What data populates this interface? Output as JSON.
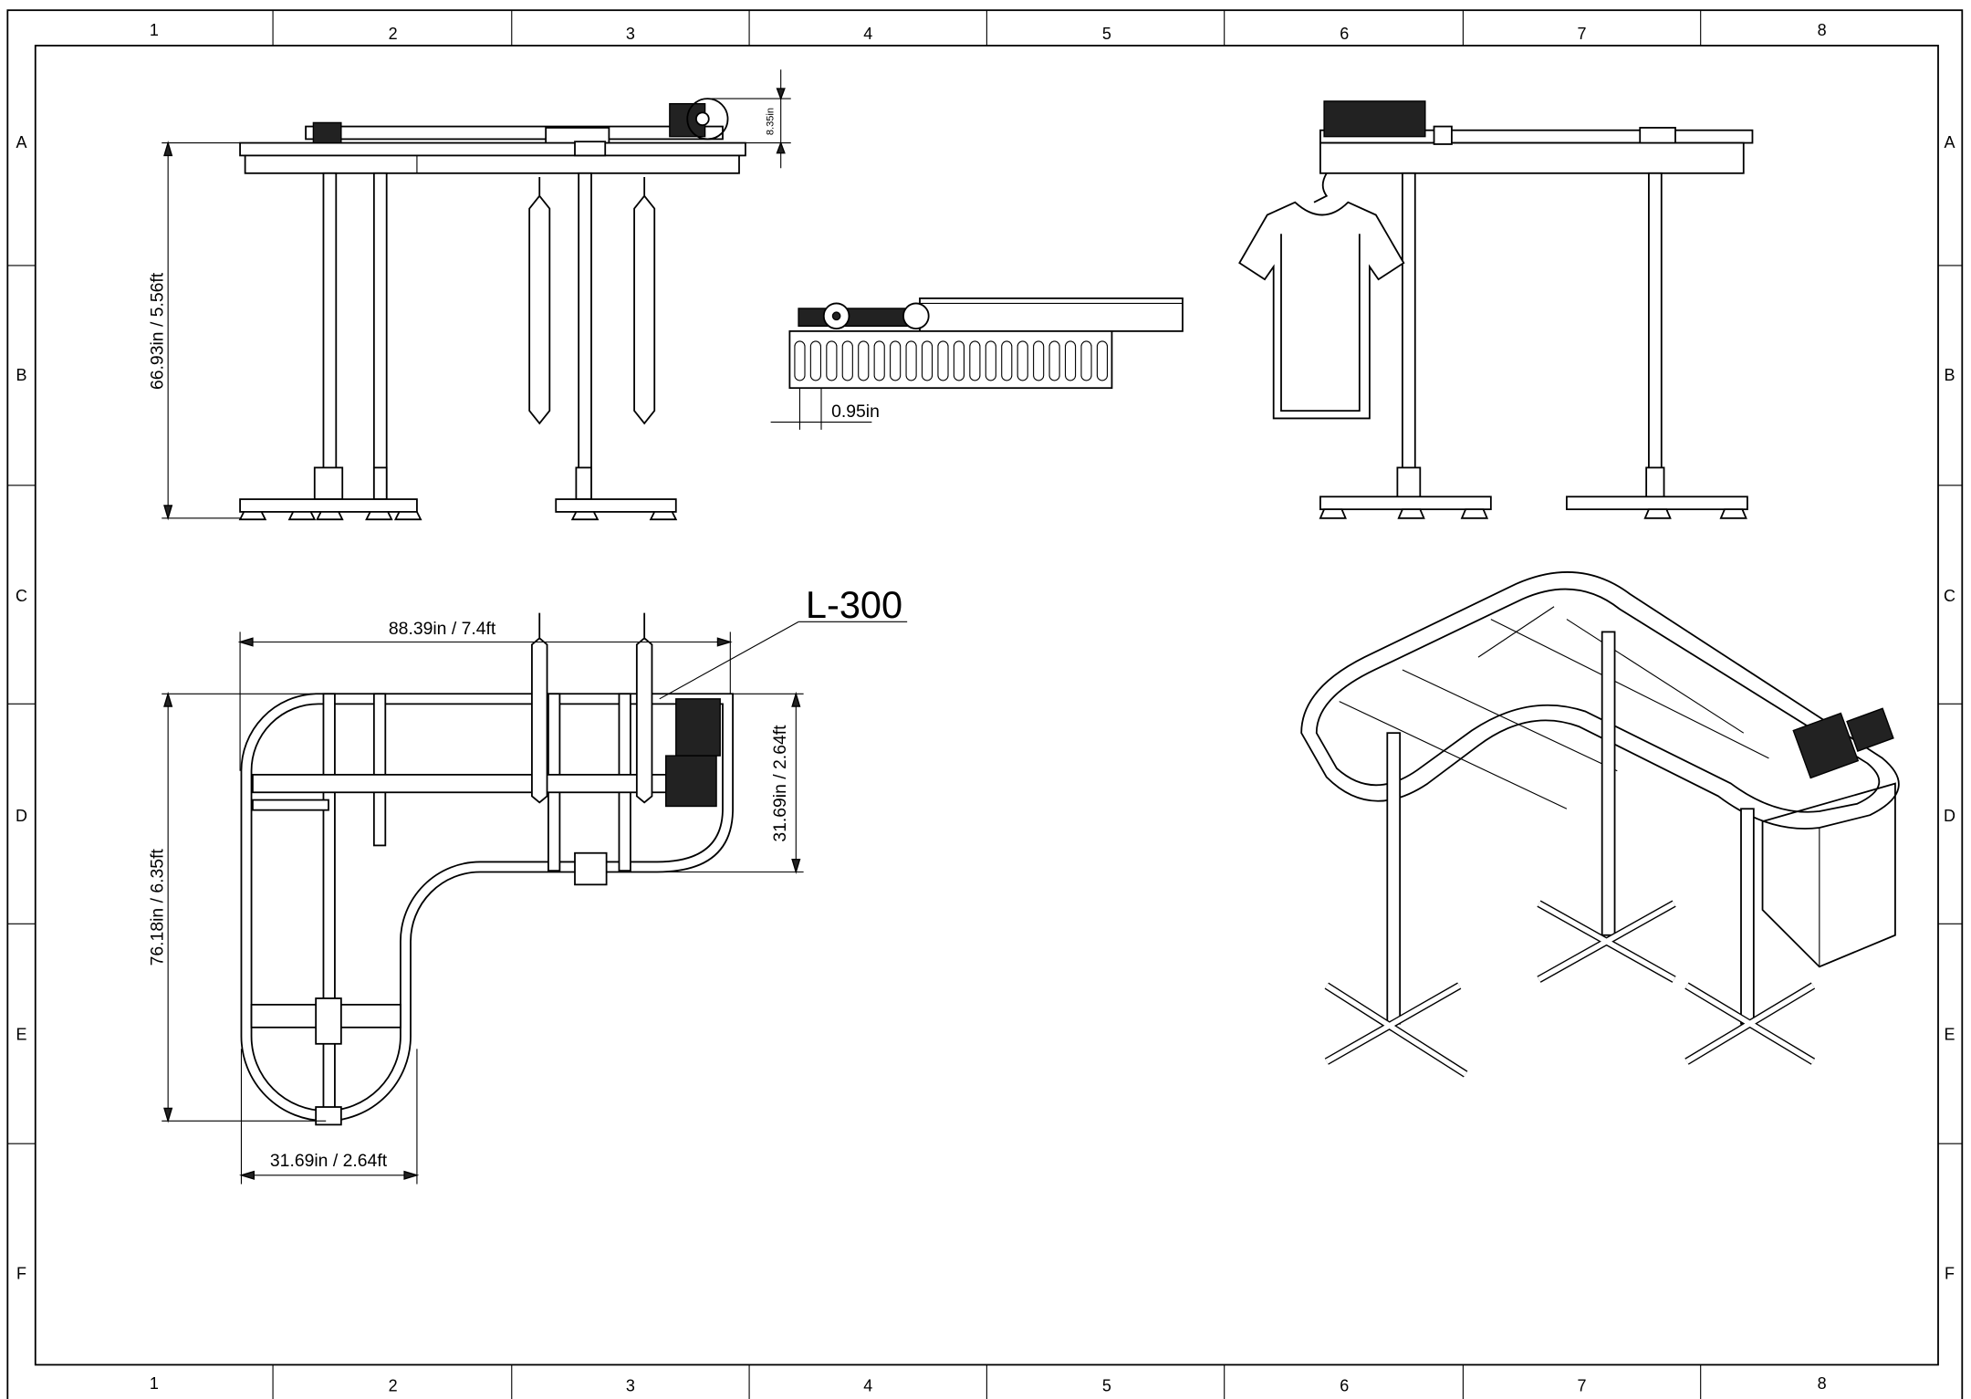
{
  "frame": {
    "columns": [
      "1",
      "2",
      "3",
      "4",
      "5",
      "6",
      "7",
      "8"
    ],
    "rows": [
      "A",
      "B",
      "C",
      "D",
      "E",
      "F"
    ]
  },
  "front_view": {
    "height_dim": "66.93in / 5.56ft",
    "motor_height_dim": "8.35in"
  },
  "chain_detail": {
    "pitch_dim": "0.95in"
  },
  "top_view": {
    "length_dim": "88.39in / 7.4ft",
    "width_dim_right": "31.69in / 2.64ft",
    "depth_dim": "76.18in / 6.35ft",
    "width_dim_bottom": "31.69in / 2.64ft",
    "model_callout": "L-300"
  }
}
